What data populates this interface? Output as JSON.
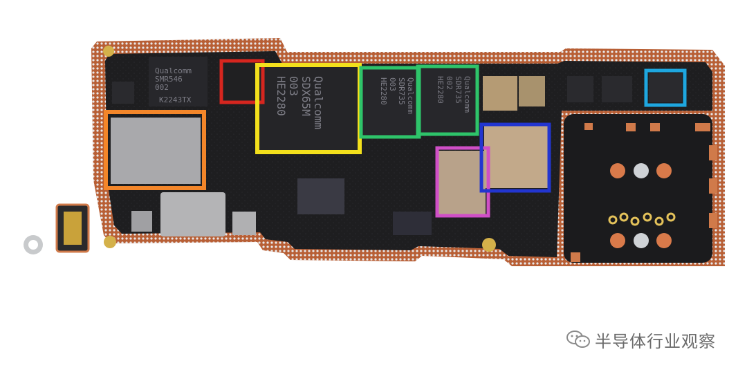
{
  "watermark": {
    "text": "半导体行业观察",
    "icon": "wechat-logo-icon"
  },
  "chip_markings": {
    "smr546": [
      "Qualcomm",
      "SMR546",
      "002",
      "K2243TX"
    ],
    "sdx65m": [
      "Qualcomm",
      "SDX65M",
      "003",
      "HE2280"
    ],
    "sdr735_a": [
      "Qualcomm",
      "SDR735",
      "003",
      "HE2280"
    ],
    "sdr735_b": [
      "Qualcomm",
      "SDR735",
      "002",
      "HE2280"
    ]
  },
  "highlight_colors": {
    "orange": "#f3862a",
    "red": "#d6261f",
    "yellow": "#f3e01c",
    "green": "#2ec46a",
    "magenta": "#cf4fc6",
    "blue": "#2235d0",
    "cyan": "#1ea7e0"
  },
  "board_colors": {
    "pcb": "#1c1c1e",
    "edge": "#c86a3c",
    "copper": "#d07a4a",
    "shield": "#a9a9ac"
  }
}
